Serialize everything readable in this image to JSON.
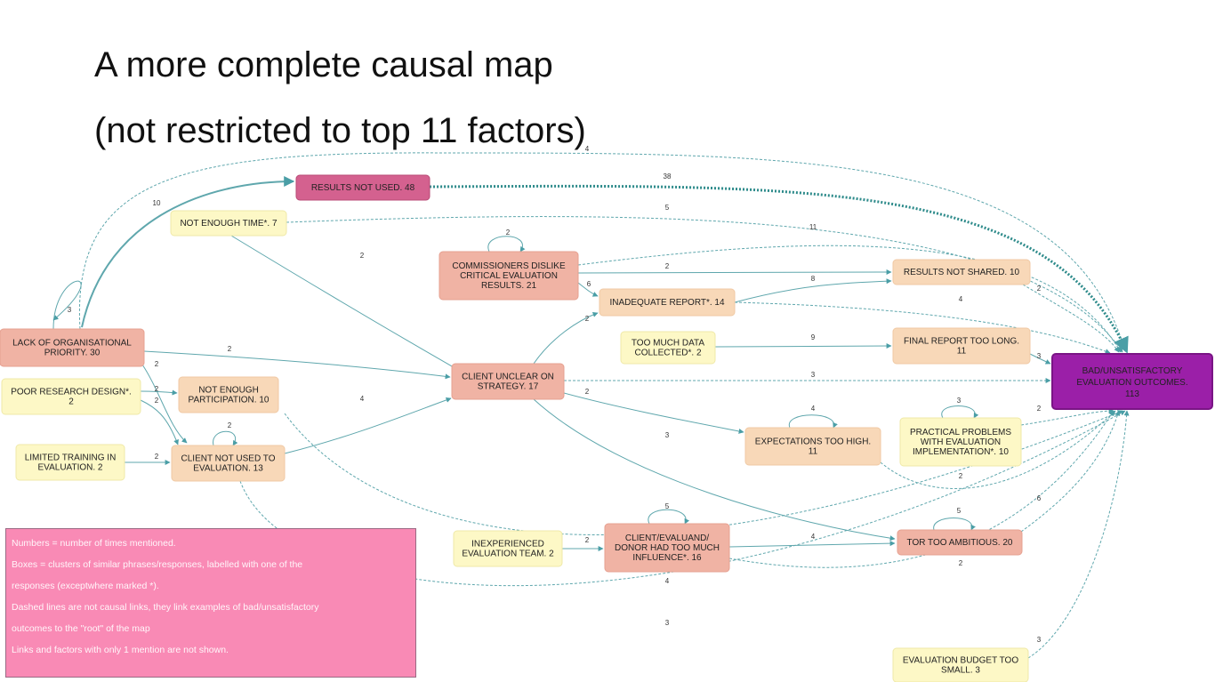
{
  "title": {
    "line1": "A more complete causal map",
    "line2": "(not restricted to top 11 factors)"
  },
  "colors": {
    "pink": "#d4618f",
    "salmon": "#f0b3a4",
    "peach": "#f8d8b8",
    "yellow": "#fdf8c6",
    "purple": "#9b1fa8",
    "legend": "#f98ab5",
    "edge": "#5fa7ad",
    "edge_dark": "#2e8b8b"
  },
  "nodes": [
    {
      "id": "results_not_used",
      "lines": [
        "RESULTS NOT USED. 48"
      ],
      "style": "pink"
    },
    {
      "id": "not_enough_time",
      "lines": [
        "NOT ENOUGH TIME*. 7"
      ],
      "style": "yellow"
    },
    {
      "id": "commissioners_dislike",
      "lines": [
        "COMMISSIONERS DISLIKE",
        "CRITICAL EVALUATION",
        "RESULTS. 21"
      ],
      "style": "salmon"
    },
    {
      "id": "results_not_shared",
      "lines": [
        "RESULTS NOT SHARED. 10"
      ],
      "style": "peach"
    },
    {
      "id": "inadequate_report",
      "lines": [
        "INADEQUATE REPORT*. 14"
      ],
      "style": "peach"
    },
    {
      "id": "lack_org_priority",
      "lines": [
        "LACK OF ORGANISATIONAL",
        "PRIORITY. 30"
      ],
      "style": "salmon"
    },
    {
      "id": "too_much_data",
      "lines": [
        "TOO MUCH DATA",
        "COLLECTED*. 2"
      ],
      "style": "yellow"
    },
    {
      "id": "final_report_long",
      "lines": [
        "FINAL REPORT TOO LONG.",
        "11"
      ],
      "style": "peach"
    },
    {
      "id": "bad_outcomes",
      "lines": [
        "BAD/UNSATISFACTORY",
        "EVALUATION OUTCOMES.",
        "113"
      ],
      "style": "purple"
    },
    {
      "id": "poor_research_design",
      "lines": [
        "POOR RESEARCH DESIGN*.",
        "2"
      ],
      "style": "yellow"
    },
    {
      "id": "not_enough_participation",
      "lines": [
        "NOT ENOUGH",
        "PARTICIPATION. 10"
      ],
      "style": "peach"
    },
    {
      "id": "client_unclear",
      "lines": [
        "CLIENT UNCLEAR ON",
        "STRATEGY. 17"
      ],
      "style": "salmon"
    },
    {
      "id": "practical_problems",
      "lines": [
        "PRACTICAL PROBLEMS",
        "WITH EVALUATION",
        "IMPLEMENTATION*. 10"
      ],
      "style": "yellow"
    },
    {
      "id": "expectations_high",
      "lines": [
        "EXPECTATIONS TOO HIGH.",
        "11"
      ],
      "style": "peach"
    },
    {
      "id": "limited_training",
      "lines": [
        "LIMITED TRAINING IN",
        "EVALUATION. 2"
      ],
      "style": "yellow"
    },
    {
      "id": "client_not_used",
      "lines": [
        "CLIENT NOT USED TO",
        "EVALUATION. 13"
      ],
      "style": "peach"
    },
    {
      "id": "inexperienced_team",
      "lines": [
        "INEXPERIENCED",
        "EVALUATION TEAM. 2"
      ],
      "style": "yellow"
    },
    {
      "id": "client_donor_influence",
      "lines": [
        "CLIENT/EVALUAND/",
        "DONOR HAD TOO MUCH",
        "INFLUENCE*. 16"
      ],
      "style": "salmon"
    },
    {
      "id": "tor_ambitious",
      "lines": [
        "TOR TOO AMBITIOUS. 20"
      ],
      "style": "salmon"
    },
    {
      "id": "budget_small",
      "lines": [
        "EVALUATION BUDGET TOO",
        "SMALL. 3"
      ],
      "style": "yellow"
    }
  ],
  "edge_labels": [
    "4",
    "38",
    "10",
    "5",
    "3",
    "11",
    "2",
    "2",
    "2",
    "6",
    "2",
    "8",
    "4",
    "2",
    "2",
    "9",
    "3",
    "3",
    "2",
    "2",
    "2",
    "2",
    "4",
    "2",
    "2",
    "3",
    "4",
    "2",
    "3",
    "2",
    "2",
    "4",
    "5",
    "2",
    "4",
    "6",
    "5",
    "3",
    "3"
  ],
  "legend": {
    "lines": [
      "Numbers = number of times mentioned.",
      "Boxes = clusters of similar phrases/responses, labelled with one of the",
      "responses (exceptwhere marked *).",
      "Dashed lines are not causal links, they link examples of bad/unsatisfactory",
      "outcomes to the \"root\" of the map",
      "Links and factors with only 1 mention are not shown."
    ]
  }
}
